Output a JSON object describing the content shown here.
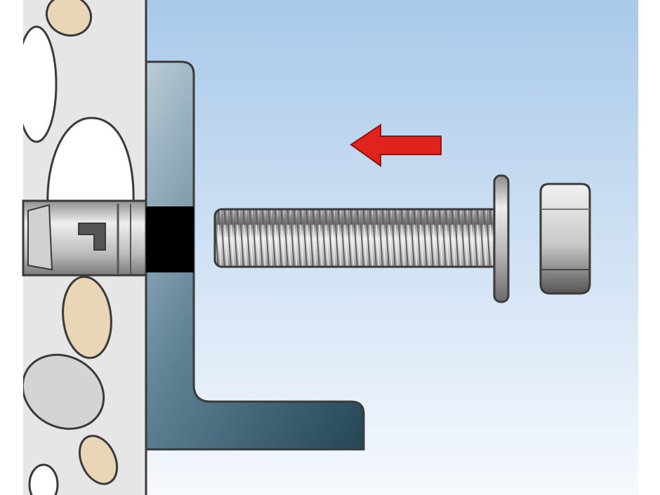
{
  "scene": {
    "description_free": true,
    "components": {
      "wall": {
        "name": "concrete-wall"
      },
      "bracket": {
        "name": "angle-bracket"
      },
      "anchor_sleeve": {
        "name": "expansion-anchor-sleeve"
      },
      "gap_spacer": {
        "name": "black-spacer"
      },
      "bolt": {
        "name": "hex-bolt"
      },
      "washer": {
        "name": "washer"
      },
      "arrow": {
        "name": "insert-direction-arrow",
        "direction": "left"
      }
    },
    "colors": {
      "background_top": "#a9c9ea",
      "background_bottom": "#f4f8fd",
      "wall": "#e6e6e6",
      "pebble_tan": "#e8d6b6",
      "pebble_white": "#ffffff",
      "pebble_grey": "#d4d4d4",
      "bracket_light": "#b9ccd6",
      "bracket_dark": "#2f5366",
      "steel_light": "#e9e9e9",
      "steel_mid": "#b5b5b5",
      "steel_dark": "#6a6a6a",
      "spacer": "#000000",
      "arrow": "#e0231d",
      "outline": "#3a3a3a"
    }
  }
}
